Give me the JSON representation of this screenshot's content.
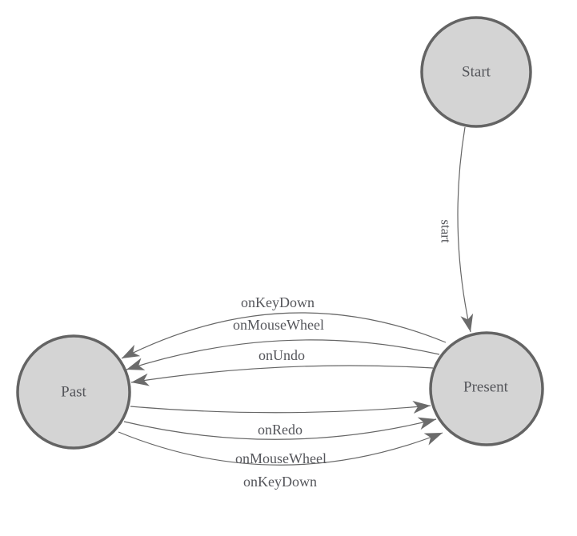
{
  "diagram": {
    "type": "state-machine",
    "background_color": "#ffffff",
    "colors": {
      "node_fill": "#d4d4d4",
      "node_border": "#646464",
      "edge_line": "#666666",
      "arrowhead": "#6b6b6b",
      "label_text": "#55565b"
    },
    "nodes": [
      {
        "id": "start",
        "label": "Start"
      },
      {
        "id": "past",
        "label": "Past"
      },
      {
        "id": "present",
        "label": "Present"
      }
    ],
    "edges": [
      {
        "from": "Start",
        "to": "Present",
        "label": "start"
      },
      {
        "from": "Present",
        "to": "Past",
        "label": "onKeyDown"
      },
      {
        "from": "Present",
        "to": "Past",
        "label": "onMouseWheel"
      },
      {
        "from": "Present",
        "to": "Past",
        "label": "onUndo"
      },
      {
        "from": "Past",
        "to": "Present",
        "label": "onRedo"
      },
      {
        "from": "Past",
        "to": "Present",
        "label": "onMouseWheel"
      },
      {
        "from": "Past",
        "to": "Present",
        "label": "onKeyDown"
      }
    ]
  }
}
